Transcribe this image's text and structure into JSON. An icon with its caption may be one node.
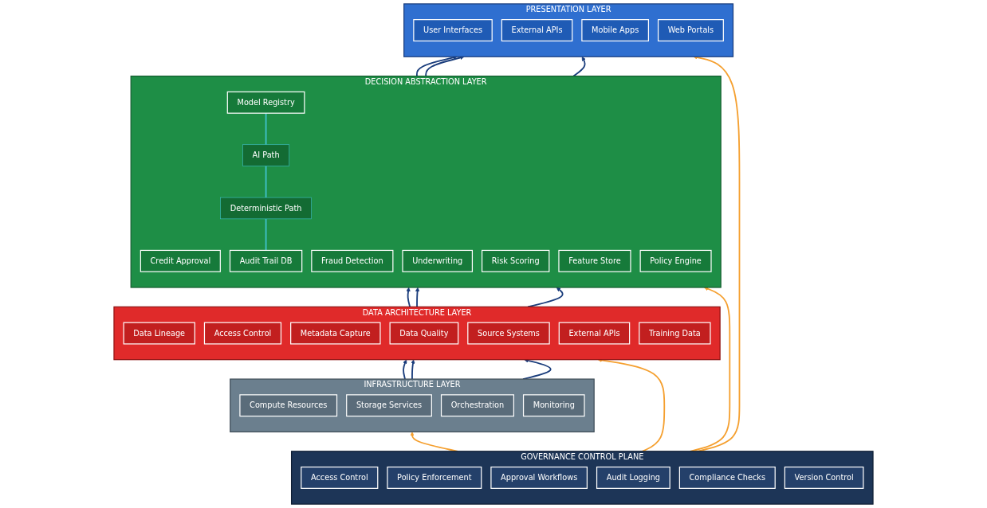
{
  "diagram": {
    "nodes": [
      {
        "text": [
          "PRESENTATION LAYER"
        ]
      },
      {
        "text": [
          "User Interfaces"
        ],
        "in": 0
      },
      {
        "text": [
          "External APIs"
        ],
        "in": 0
      },
      {
        "text": [
          "Mobile Apps"
        ],
        "in": 0
      },
      {
        "text": [
          "Web Portals"
        ],
        "in": 0
      },
      {
        "text": [
          "DECISION ABSTRACTION LAYER"
        ]
      },
      {
        "text": [
          "Credit Approval"
        ],
        "in": 5
      },
      {
        "text": [
          "Fraud Detection"
        ],
        "in": 5
      },
      {
        "text": [
          "Underwriting"
        ],
        "in": 5
      },
      {
        "text": [
          "Risk Scoring"
        ],
        "in": 5
      },
      {
        "text": [
          "Model Registry"
        ],
        "in": 5
      },
      {
        "text": [
          "Feature Store"
        ],
        "in": 5
      },
      {
        "text": [
          "Policy Engine"
        ],
        "in": 5
      },
      {
        "text": [
          "Audit Trail DB"
        ],
        "in": 5
      },
      {
        "text": [
          "AI Path"
        ],
        "in": 5
      },
      {
        "text": [
          "Deterministic Path"
        ],
        "in": 5
      },
      {
        "text": [
          "DATA ARCHITECTURE LAYER"
        ]
      },
      {
        "text": [
          "Data Lineage"
        ],
        "in": 16
      },
      {
        "text": [
          "Access Control"
        ],
        "in": 16
      },
      {
        "text": [
          "Metadata Capture"
        ],
        "in": 16
      },
      {
        "text": [
          "Data Quality"
        ],
        "in": 16
      },
      {
        "text": [
          "Source Systems"
        ],
        "in": 16
      },
      {
        "text": [
          "External APIs"
        ],
        "in": 16
      },
      {
        "text": [
          "Training Data"
        ],
        "in": 16
      },
      {
        "text": [
          "INFRASTRUCTURE LAYER"
        ]
      },
      {
        "text": [
          "Compute Resources"
        ],
        "in": 24
      },
      {
        "text": [
          "Storage Services"
        ],
        "in": 24
      },
      {
        "text": [
          "Orchestration"
        ],
        "in": 24
      },
      {
        "text": [
          "Monitoring"
        ],
        "in": 24
      },
      {
        "text": [
          "GOVERNANCE CONTROL PLANE"
        ]
      },
      {
        "text": [
          "Access Control"
        ],
        "in": 29
      },
      {
        "text": [
          "Policy Enforcement"
        ],
        "in": 29
      },
      {
        "text": [
          "Approval Workflows"
        ],
        "in": 29
      },
      {
        "text": [
          "Audit Logging"
        ],
        "in": 29
      },
      {
        "text": [
          "Compliance Checks"
        ],
        "in": 29
      },
      {
        "text": [
          "Version Control"
        ],
        "in": 29
      }
    ],
    "edges": [
      {
        "from": 24,
        "to": 16,
        "arrow": "to"
      },
      {
        "from": 24,
        "to": 16,
        "arrow": "to"
      },
      {
        "from": 24,
        "to": 16,
        "arrow": "to"
      },
      {
        "from": 16,
        "to": 5,
        "arrow": "to"
      },
      {
        "from": 16,
        "to": 5,
        "arrow": "to"
      },
      {
        "from": 16,
        "to": 5,
        "arrow": "to"
      },
      {
        "from": 5,
        "to": 0,
        "arrow": "to"
      },
      {
        "from": 5,
        "to": 0,
        "arrow": "to"
      },
      {
        "from": 5,
        "to": 0,
        "arrow": "to"
      },
      {
        "from": 29,
        "to": 0,
        "arrow": "to",
        "color": "#f5a030"
      },
      {
        "from": 29,
        "to": 5,
        "arrow": "to",
        "color": "#f5a030"
      },
      {
        "from": 29,
        "to": 16,
        "arrow": "to",
        "color": "#f5a030"
      },
      {
        "from": 29,
        "to": 24,
        "arrow": "to",
        "color": "#f5a030"
      },
      {
        "from": 10,
        "to": 14,
        "arrow": "none",
        "color": "#3fc1c9"
      },
      {
        "from": 14,
        "to": 15,
        "arrow": "none",
        "color": "#3fc1c9"
      },
      {
        "from": 15,
        "to": 13,
        "arrow": "none",
        "color": "#3fc1c9"
      }
    ]
  }
}
